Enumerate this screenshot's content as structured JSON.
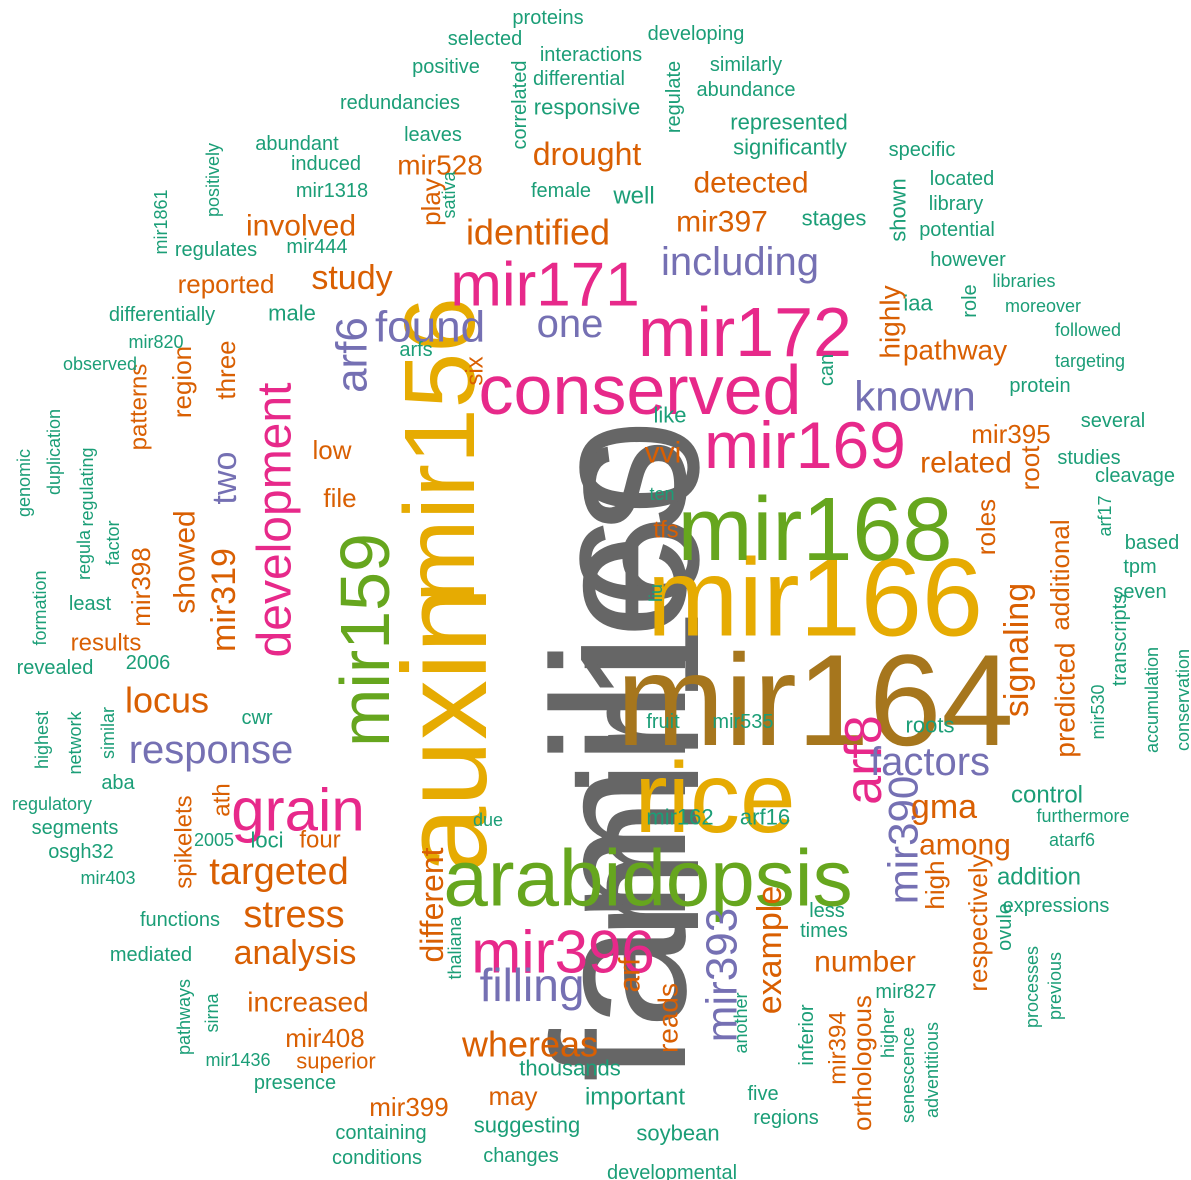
{
  "palette": {
    "teal": "#1b9e77",
    "orange": "#d95f02",
    "purple": "#7570b3",
    "pink": "#e7298a",
    "green": "#66a61e",
    "yellow": "#e6ab02",
    "brown": "#a6761d",
    "gray": "#666666"
  },
  "words": [
    {
      "text": "families",
      "color": "gray"
    },
    {
      "text": "mir160",
      "color": "gray"
    },
    {
      "text": "mir164",
      "color": "brown"
    },
    {
      "text": "mir166",
      "color": "yellow"
    },
    {
      "text": "auxin",
      "color": "yellow"
    },
    {
      "text": "mir156",
      "color": "yellow"
    },
    {
      "text": "rice",
      "color": "yellow"
    },
    {
      "text": "arabidopsis",
      "color": "green"
    },
    {
      "text": "mir168",
      "color": "green"
    },
    {
      "text": "mir159",
      "color": "green"
    },
    {
      "text": "conserved",
      "color": "pink"
    },
    {
      "text": "mir172",
      "color": "pink"
    },
    {
      "text": "mir171",
      "color": "pink"
    },
    {
      "text": "mir169",
      "color": "pink"
    },
    {
      "text": "mir396",
      "color": "pink"
    },
    {
      "text": "grain",
      "color": "pink"
    },
    {
      "text": "development",
      "color": "pink"
    },
    {
      "text": "arf8",
      "color": "pink"
    },
    {
      "text": "arf6",
      "color": "purple"
    },
    {
      "text": "found",
      "color": "purple"
    },
    {
      "text": "one",
      "color": "purple"
    },
    {
      "text": "including",
      "color": "purple"
    },
    {
      "text": "known",
      "color": "purple"
    },
    {
      "text": "factors",
      "color": "purple"
    },
    {
      "text": "mir390",
      "color": "purple"
    },
    {
      "text": "mir393",
      "color": "purple"
    },
    {
      "text": "filling",
      "color": "purple"
    },
    {
      "text": "response",
      "color": "purple"
    },
    {
      "text": "two",
      "color": "purple"
    },
    {
      "text": "identified",
      "color": "orange"
    },
    {
      "text": "drought",
      "color": "orange"
    },
    {
      "text": "mir528",
      "color": "orange"
    },
    {
      "text": "detected",
      "color": "orange"
    },
    {
      "text": "mir397",
      "color": "orange"
    },
    {
      "text": "involved",
      "color": "orange"
    },
    {
      "text": "study",
      "color": "orange"
    },
    {
      "text": "reported",
      "color": "orange"
    },
    {
      "text": "play",
      "color": "orange"
    },
    {
      "text": "highly",
      "color": "orange"
    },
    {
      "text": "pathway",
      "color": "orange"
    },
    {
      "text": "mir395",
      "color": "orange"
    },
    {
      "text": "related",
      "color": "orange"
    },
    {
      "text": "vvi",
      "color": "orange"
    },
    {
      "text": "six",
      "color": "orange"
    },
    {
      "text": "region",
      "color": "orange"
    },
    {
      "text": "three",
      "color": "orange"
    },
    {
      "text": "patterns",
      "color": "orange"
    },
    {
      "text": "low",
      "color": "orange"
    },
    {
      "text": "file",
      "color": "orange"
    },
    {
      "text": "showed",
      "color": "orange"
    },
    {
      "text": "mir319",
      "color": "orange"
    },
    {
      "text": "mir398",
      "color": "orange"
    },
    {
      "text": "locus",
      "color": "orange"
    },
    {
      "text": "results",
      "color": "orange"
    },
    {
      "text": "tfs",
      "color": "orange"
    },
    {
      "text": "signaling",
      "color": "orange"
    },
    {
      "text": "root",
      "color": "orange"
    },
    {
      "text": "roles",
      "color": "orange"
    },
    {
      "text": "additional",
      "color": "orange"
    },
    {
      "text": "predicted",
      "color": "orange"
    },
    {
      "text": "gma",
      "color": "orange"
    },
    {
      "text": "among",
      "color": "orange"
    },
    {
      "text": "targeted",
      "color": "orange"
    },
    {
      "text": "four",
      "color": "orange"
    },
    {
      "text": "stress",
      "color": "orange"
    },
    {
      "text": "analysis",
      "color": "orange"
    },
    {
      "text": "increased",
      "color": "orange"
    },
    {
      "text": "mir408",
      "color": "orange"
    },
    {
      "text": "superior",
      "color": "orange"
    },
    {
      "text": "different",
      "color": "orange"
    },
    {
      "text": "whereas",
      "color": "orange"
    },
    {
      "text": "arf",
      "color": "orange"
    },
    {
      "text": "reads",
      "color": "orange"
    },
    {
      "text": "may",
      "color": "orange"
    },
    {
      "text": "mir399",
      "color": "orange"
    },
    {
      "text": "example",
      "color": "orange"
    },
    {
      "text": "number",
      "color": "orange"
    },
    {
      "text": "high",
      "color": "orange"
    },
    {
      "text": "respectively",
      "color": "orange"
    },
    {
      "text": "orthologous",
      "color": "orange"
    },
    {
      "text": "mir394",
      "color": "orange"
    },
    {
      "text": "spikelets",
      "color": "orange"
    },
    {
      "text": "ath",
      "color": "orange"
    },
    {
      "text": "proteins",
      "color": "teal"
    },
    {
      "text": "selected",
      "color": "teal"
    },
    {
      "text": "developing",
      "color": "teal"
    },
    {
      "text": "interactions",
      "color": "teal"
    },
    {
      "text": "positive",
      "color": "teal"
    },
    {
      "text": "correlated",
      "color": "teal"
    },
    {
      "text": "differential",
      "color": "teal"
    },
    {
      "text": "similarly",
      "color": "teal"
    },
    {
      "text": "regulate",
      "color": "teal"
    },
    {
      "text": "abundance",
      "color": "teal"
    },
    {
      "text": "redundancies",
      "color": "teal"
    },
    {
      "text": "responsive",
      "color": "teal"
    },
    {
      "text": "represented",
      "color": "teal"
    },
    {
      "text": "abundant",
      "color": "teal"
    },
    {
      "text": "leaves",
      "color": "teal"
    },
    {
      "text": "significantly",
      "color": "teal"
    },
    {
      "text": "induced",
      "color": "teal"
    },
    {
      "text": "positively",
      "color": "teal"
    },
    {
      "text": "specific",
      "color": "teal"
    },
    {
      "text": "located",
      "color": "teal"
    },
    {
      "text": "mir1318",
      "color": "teal"
    },
    {
      "text": "female",
      "color": "teal"
    },
    {
      "text": "well",
      "color": "teal"
    },
    {
      "text": "sativa",
      "color": "teal"
    },
    {
      "text": "shown",
      "color": "teal"
    },
    {
      "text": "library",
      "color": "teal"
    },
    {
      "text": "mir1861",
      "color": "teal"
    },
    {
      "text": "stages",
      "color": "teal"
    },
    {
      "text": "potential",
      "color": "teal"
    },
    {
      "text": "regulates",
      "color": "teal"
    },
    {
      "text": "mir444",
      "color": "teal"
    },
    {
      "text": "however",
      "color": "teal"
    },
    {
      "text": "libraries",
      "color": "teal"
    },
    {
      "text": "iaa",
      "color": "teal"
    },
    {
      "text": "role",
      "color": "teal"
    },
    {
      "text": "moreover",
      "color": "teal"
    },
    {
      "text": "differentially",
      "color": "teal"
    },
    {
      "text": "male",
      "color": "teal"
    },
    {
      "text": "followed",
      "color": "teal"
    },
    {
      "text": "mir820",
      "color": "teal"
    },
    {
      "text": "arfs",
      "color": "teal"
    },
    {
      "text": "targeting",
      "color": "teal"
    },
    {
      "text": "observed",
      "color": "teal"
    },
    {
      "text": "can",
      "color": "teal"
    },
    {
      "text": "protein",
      "color": "teal"
    },
    {
      "text": "like",
      "color": "teal"
    },
    {
      "text": "several",
      "color": "teal"
    },
    {
      "text": "genomic",
      "color": "teal"
    },
    {
      "text": "duplication",
      "color": "teal"
    },
    {
      "text": "regulating",
      "color": "teal"
    },
    {
      "text": "studies",
      "color": "teal"
    },
    {
      "text": "cleavage",
      "color": "teal"
    },
    {
      "text": "factor",
      "color": "teal"
    },
    {
      "text": "ten",
      "color": "teal"
    },
    {
      "text": "arf17",
      "color": "teal"
    },
    {
      "text": "based",
      "color": "teal"
    },
    {
      "text": "regula",
      "color": "teal"
    },
    {
      "text": "tpm",
      "color": "teal"
    },
    {
      "text": "seven",
      "color": "teal"
    },
    {
      "text": "liu",
      "color": "teal"
    },
    {
      "text": "formation",
      "color": "teal"
    },
    {
      "text": "least",
      "color": "teal"
    },
    {
      "text": "transcripts",
      "color": "teal"
    },
    {
      "text": "2006",
      "color": "teal"
    },
    {
      "text": "revealed",
      "color": "teal"
    },
    {
      "text": "accumulation",
      "color": "teal"
    },
    {
      "text": "conservation",
      "color": "teal"
    },
    {
      "text": "mir530",
      "color": "teal"
    },
    {
      "text": "fruit",
      "color": "teal"
    },
    {
      "text": "mir535",
      "color": "teal"
    },
    {
      "text": "roots",
      "color": "teal"
    },
    {
      "text": "highest",
      "color": "teal"
    },
    {
      "text": "network",
      "color": "teal"
    },
    {
      "text": "similar",
      "color": "teal"
    },
    {
      "text": "cwr",
      "color": "teal"
    },
    {
      "text": "aba",
      "color": "teal"
    },
    {
      "text": "regulatory",
      "color": "teal"
    },
    {
      "text": "control",
      "color": "teal"
    },
    {
      "text": "due",
      "color": "teal"
    },
    {
      "text": "mir162",
      "color": "teal"
    },
    {
      "text": "arf16",
      "color": "teal"
    },
    {
      "text": "furthermore",
      "color": "teal"
    },
    {
      "text": "segments",
      "color": "teal"
    },
    {
      "text": "2005",
      "color": "teal"
    },
    {
      "text": "loci",
      "color": "teal"
    },
    {
      "text": "atarf6",
      "color": "teal"
    },
    {
      "text": "osgh32",
      "color": "teal"
    },
    {
      "text": "mir403",
      "color": "teal"
    },
    {
      "text": "addition",
      "color": "teal"
    },
    {
      "text": "expressions",
      "color": "teal"
    },
    {
      "text": "functions",
      "color": "teal"
    },
    {
      "text": "thaliana",
      "color": "teal"
    },
    {
      "text": "less",
      "color": "teal"
    },
    {
      "text": "times",
      "color": "teal"
    },
    {
      "text": "ovule",
      "color": "teal"
    },
    {
      "text": "mediated",
      "color": "teal"
    },
    {
      "text": "pathways",
      "color": "teal"
    },
    {
      "text": "sirna",
      "color": "teal"
    },
    {
      "text": "processes",
      "color": "teal"
    },
    {
      "text": "previous",
      "color": "teal"
    },
    {
      "text": "inferior",
      "color": "teal"
    },
    {
      "text": "mir827",
      "color": "teal"
    },
    {
      "text": "higher",
      "color": "teal"
    },
    {
      "text": "mir1436",
      "color": "teal"
    },
    {
      "text": "senescence",
      "color": "teal"
    },
    {
      "text": "adventitious",
      "color": "teal"
    },
    {
      "text": "another",
      "color": "teal"
    },
    {
      "text": "thousands",
      "color": "teal"
    },
    {
      "text": "presence",
      "color": "teal"
    },
    {
      "text": "important",
      "color": "teal"
    },
    {
      "text": "five",
      "color": "teal"
    },
    {
      "text": "regions",
      "color": "teal"
    },
    {
      "text": "containing",
      "color": "teal"
    },
    {
      "text": "suggesting",
      "color": "teal"
    },
    {
      "text": "soybean",
      "color": "teal"
    },
    {
      "text": "conditions",
      "color": "teal"
    },
    {
      "text": "changes",
      "color": "teal"
    },
    {
      "text": "developmental",
      "color": "teal"
    }
  ]
}
